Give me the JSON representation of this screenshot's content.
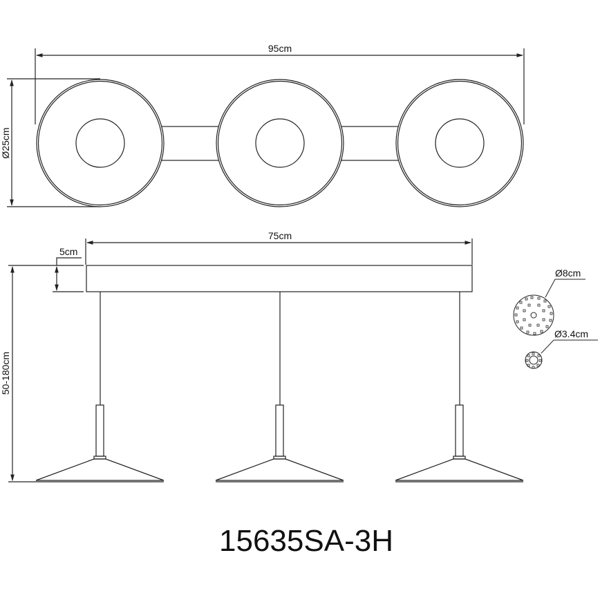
{
  "diagram": {
    "type": "technical-dimension-drawing",
    "subject": "3-light pendant lamp",
    "model_number": "15635SA-3H",
    "top_view": {
      "overall_length_label": "95cm",
      "shade_diameter_label": "Ø25cm",
      "shade_count": 3
    },
    "side_view": {
      "canopy_length_label": "75cm",
      "canopy_height_label": "5cm",
      "drop_height_label": "50-180cm",
      "pendant_count": 3
    },
    "led_details": {
      "large_led_diameter_label": "Ø8cm",
      "small_led_diameter_label": "Ø3.4cm"
    },
    "colors": {
      "line": "#222222",
      "background": "#ffffff"
    }
  }
}
